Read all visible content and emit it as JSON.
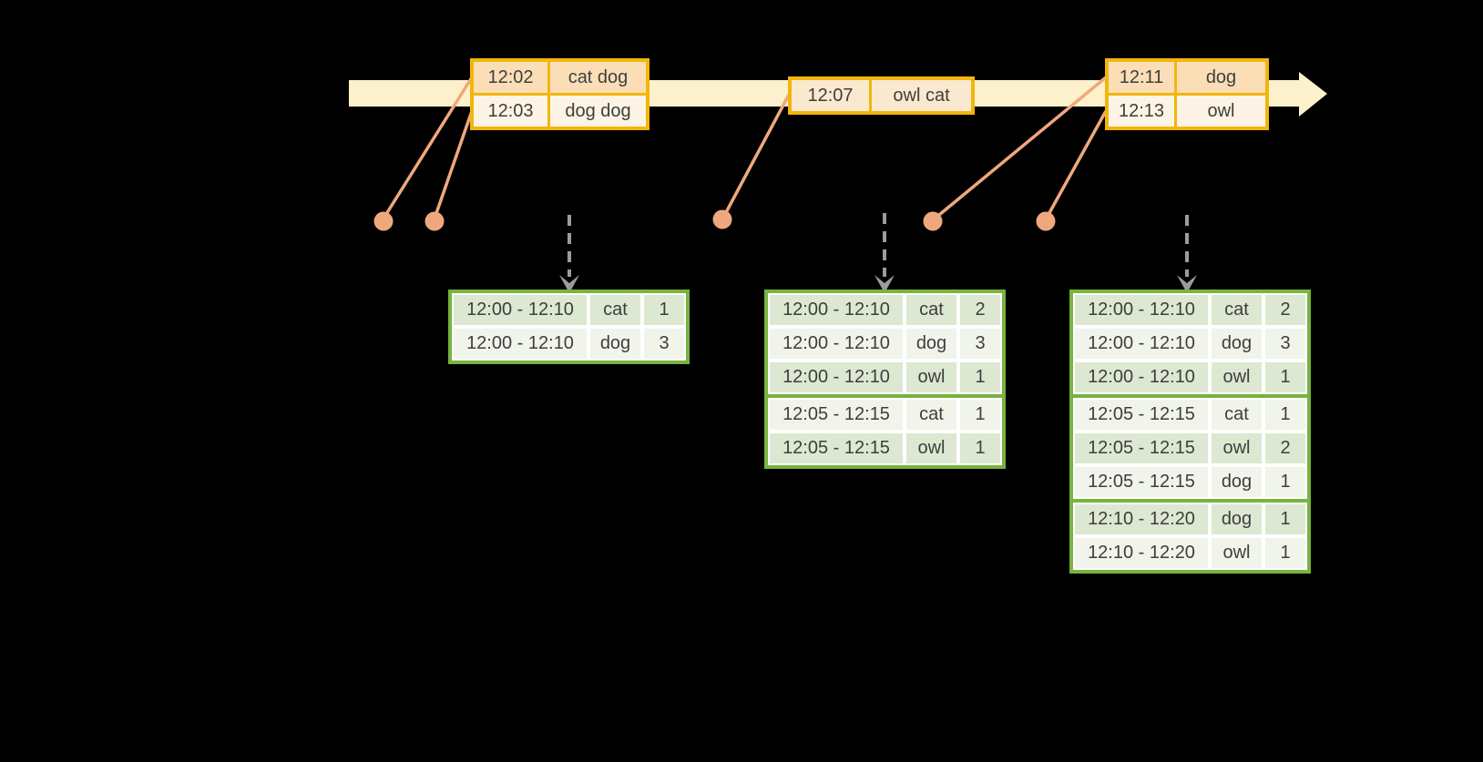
{
  "canvas": {
    "background": "#000000"
  },
  "colors": {
    "timeline_fill": "#FCF1CB",
    "event_table_border": "#F2B50D",
    "event_row_dark": "#FBDEB6",
    "event_row_light": "#FEF4E5",
    "event_row_mid": "#FBE9CF",
    "connector_salmon": "#EFA87D",
    "trigger_arrow_gray": "#9C9C9C",
    "result_table_border": "#77B33F",
    "result_row_dark": "#DDE8D2",
    "result_row_light": "#F0F4EA",
    "text": "#3E3E3E"
  },
  "event_tables": [
    {
      "id": "et0",
      "rows": [
        {
          "time": "12:02",
          "words": "cat dog",
          "shade": "dark"
        },
        {
          "time": "12:03",
          "words": "dog dog",
          "shade": "light"
        }
      ]
    },
    {
      "id": "et1",
      "rows": [
        {
          "time": "12:07",
          "words": "owl cat",
          "shade": "mid"
        }
      ]
    },
    {
      "id": "et2",
      "rows": [
        {
          "time": "12:11",
          "words": "dog",
          "shade": "dark"
        },
        {
          "time": "12:13",
          "words": "owl",
          "shade": "light"
        }
      ]
    }
  ],
  "result_tables": [
    {
      "id": "gt0",
      "rows": [
        {
          "window": "12:00 - 12:10",
          "word": "cat",
          "count": "1"
        },
        {
          "window": "12:00 - 12:10",
          "word": "dog",
          "count": "3"
        }
      ]
    },
    {
      "id": "gt1",
      "rows": [
        {
          "window": "12:00 - 12:10",
          "word": "cat",
          "count": "2"
        },
        {
          "window": "12:00 - 12:10",
          "word": "dog",
          "count": "3"
        },
        {
          "window": "12:00 - 12:10",
          "word": "owl",
          "count": "1"
        },
        {
          "window": "12:05 - 12:15",
          "word": "cat",
          "count": "1"
        },
        {
          "window": "12:05 - 12:15",
          "word": "owl",
          "count": "1"
        }
      ]
    },
    {
      "id": "gt2",
      "rows": [
        {
          "window": "12:00 - 12:10",
          "word": "cat",
          "count": "2"
        },
        {
          "window": "12:00 - 12:10",
          "word": "dog",
          "count": "3"
        },
        {
          "window": "12:00 - 12:10",
          "word": "owl",
          "count": "1"
        },
        {
          "window": "12:05 - 12:15",
          "word": "cat",
          "count": "1"
        },
        {
          "window": "12:05 - 12:15",
          "word": "owl",
          "count": "2"
        },
        {
          "window": "12:05 - 12:15",
          "word": "dog",
          "count": "1"
        },
        {
          "window": "12:10 - 12:20",
          "word": "dog",
          "count": "1"
        },
        {
          "window": "12:10 - 12:20",
          "word": "owl",
          "count": "1"
        }
      ]
    }
  ]
}
